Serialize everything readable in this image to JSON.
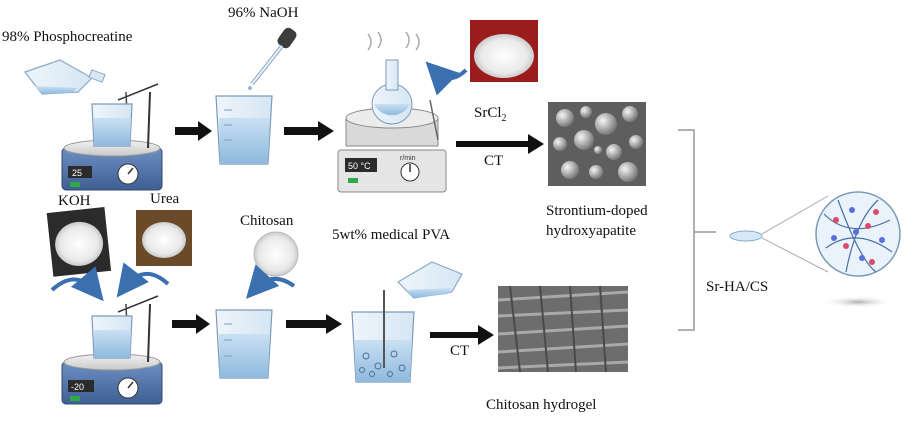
{
  "labels": {
    "phosphocreatine": "98% Phosphocreatine",
    "naoh": "96% NaOH",
    "srcl": "SrCl",
    "srcl_sub": "2",
    "ct_top": "CT",
    "strontium_line1": "Strontium-doped",
    "strontium_line2": "hydroxyapatite",
    "koh": "KOH",
    "urea": "Urea",
    "chitosan": "Chitosan",
    "pva": "5wt% medical PVA",
    "ct_bottom": "CT",
    "chitosan_hydrogel": "Chitosan hydrogel",
    "product": "Sr-HA/CS"
  },
  "displays": {
    "stirrer_top": "25",
    "heater_temp": "50 °C",
    "heater_rpm": "r/min",
    "stirrer_bottom": "-20"
  },
  "colors": {
    "arrow": "#111111",
    "curved_arrow": "#3a6fb0",
    "liquid": "#a9cbe8",
    "device_body": "#4a6fa5",
    "micrograph": "#7d7d7d"
  }
}
